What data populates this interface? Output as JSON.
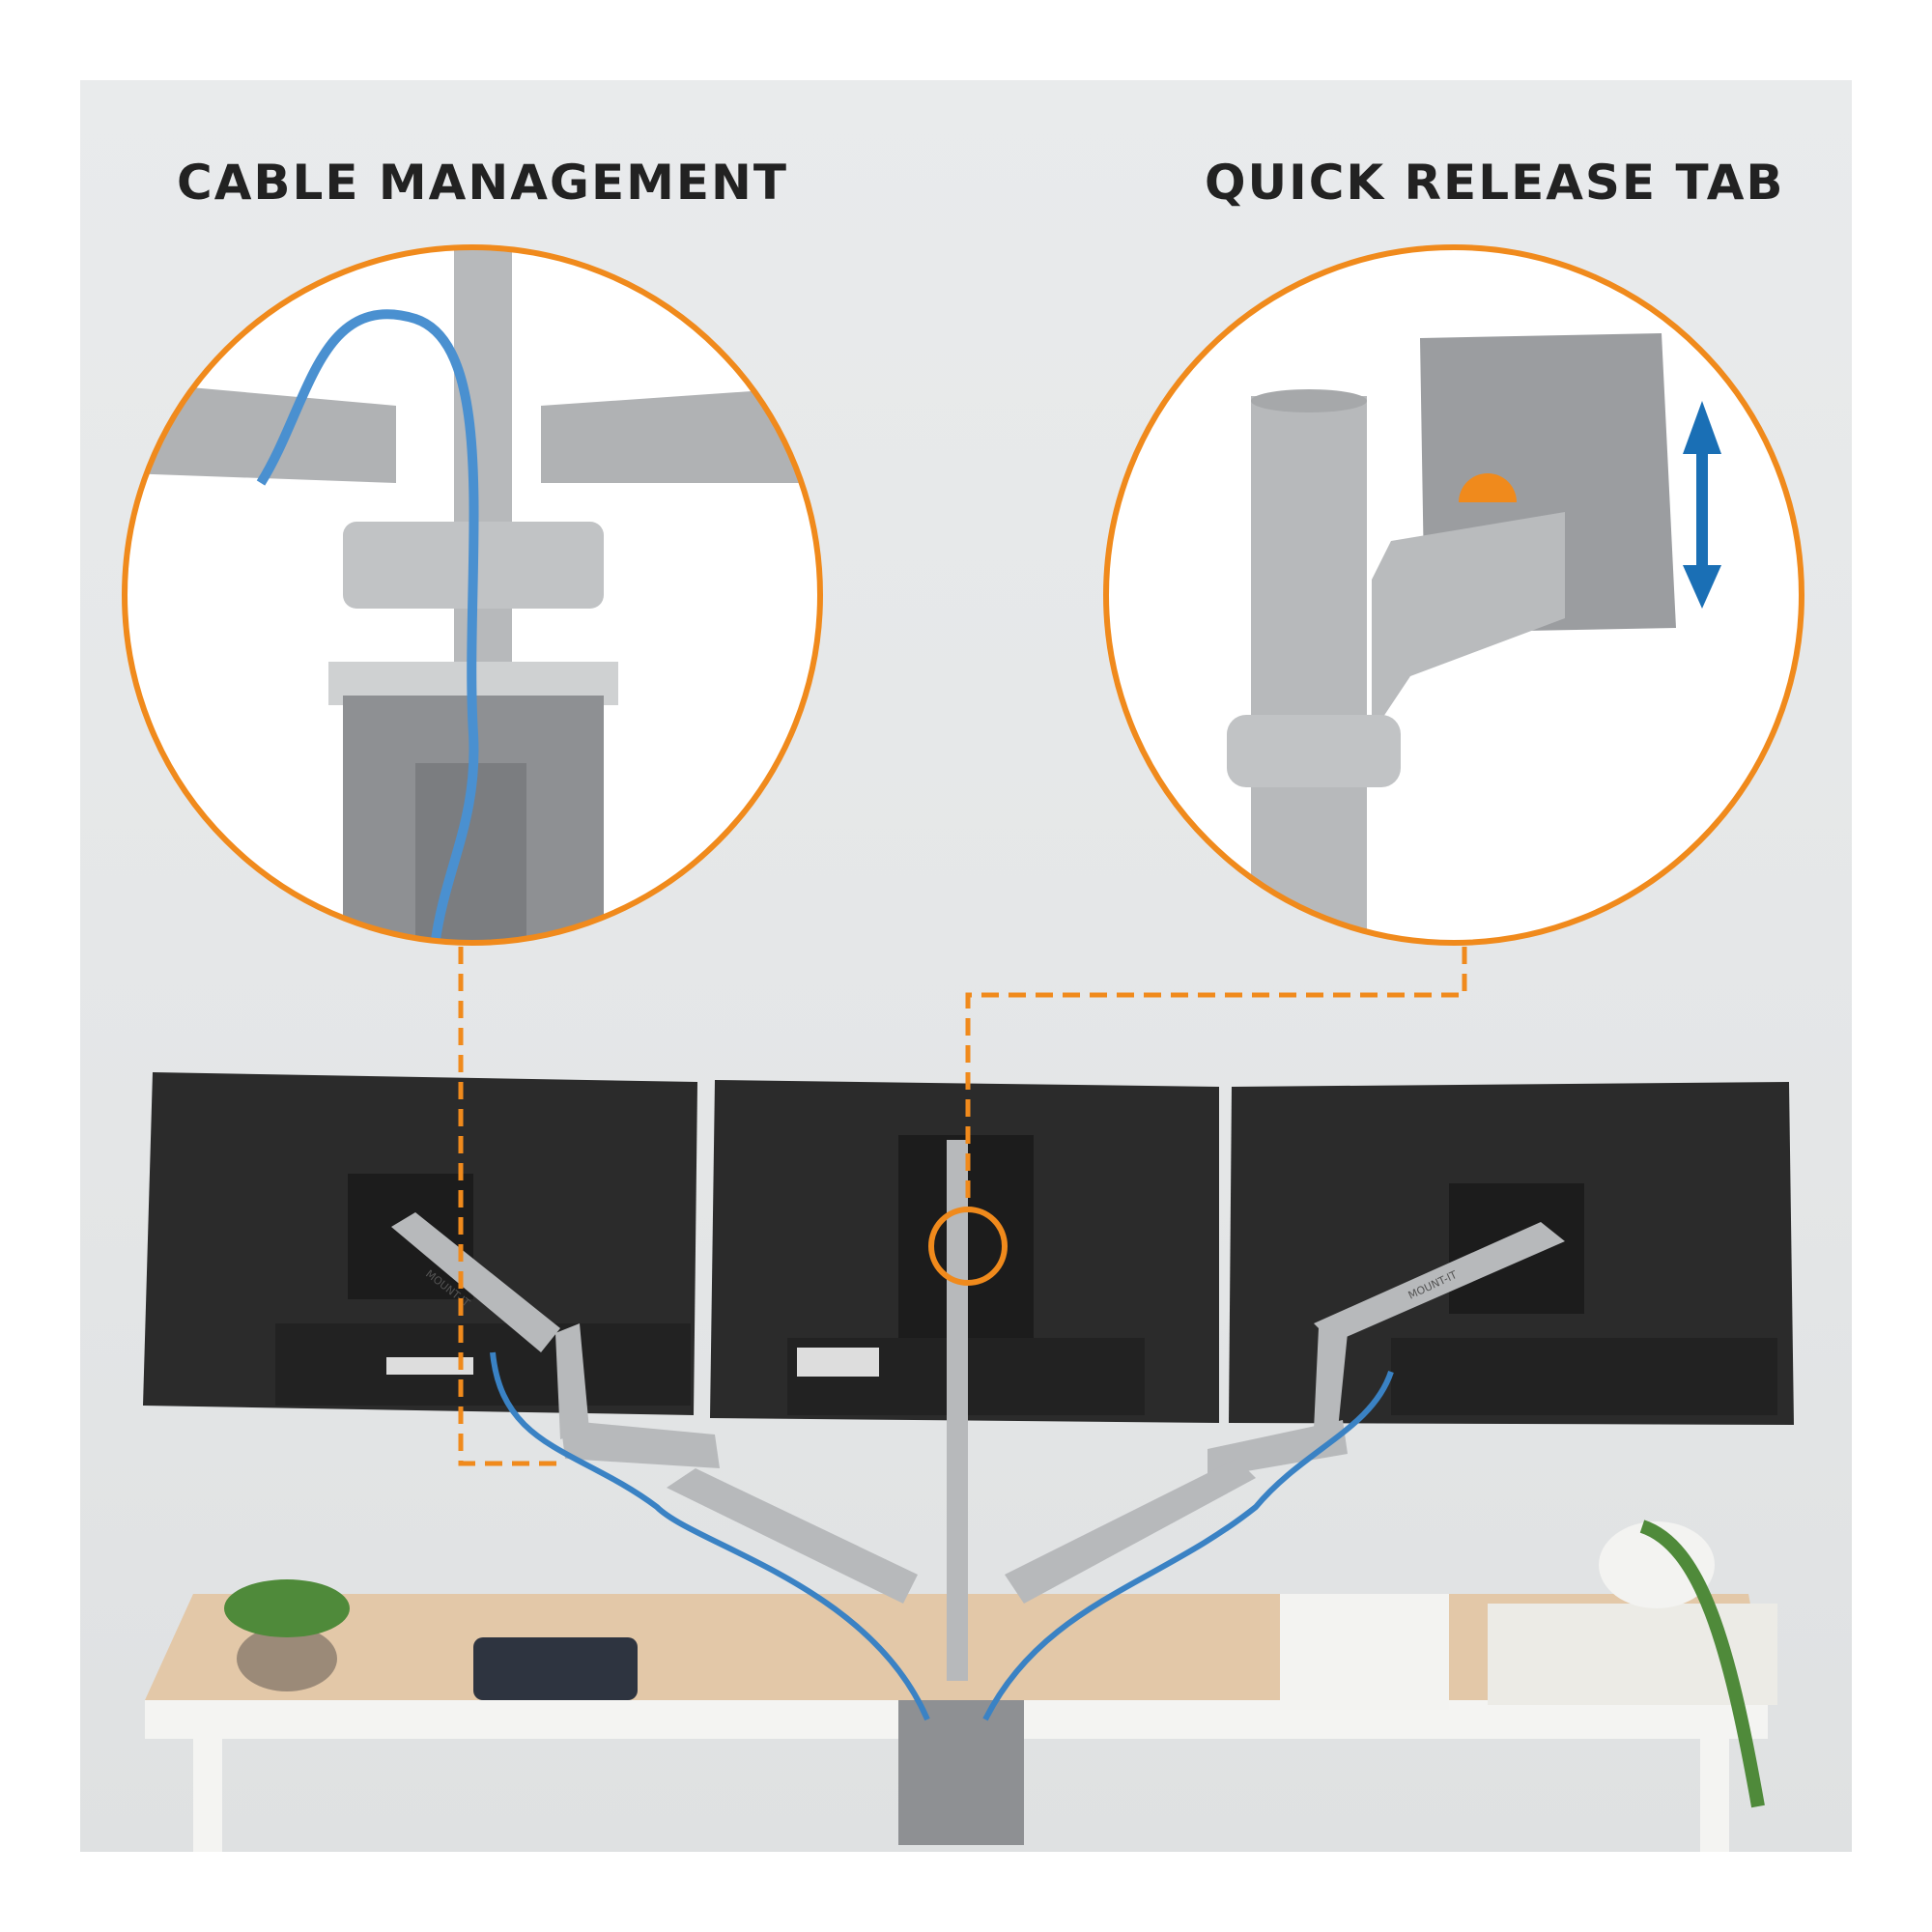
{
  "callouts": {
    "left": {
      "title": "CABLE MANAGEMENT"
    },
    "right": {
      "title": "QUICK RELEASE TAB"
    }
  },
  "product": {
    "brand": "MOUNT-IT"
  },
  "colors": {
    "accent": "#f08a1c",
    "cable": "#3a82c4",
    "arrow": "#1a6fb5",
    "monitor": "#2b2b2b",
    "metal": "#b7b9bb"
  }
}
